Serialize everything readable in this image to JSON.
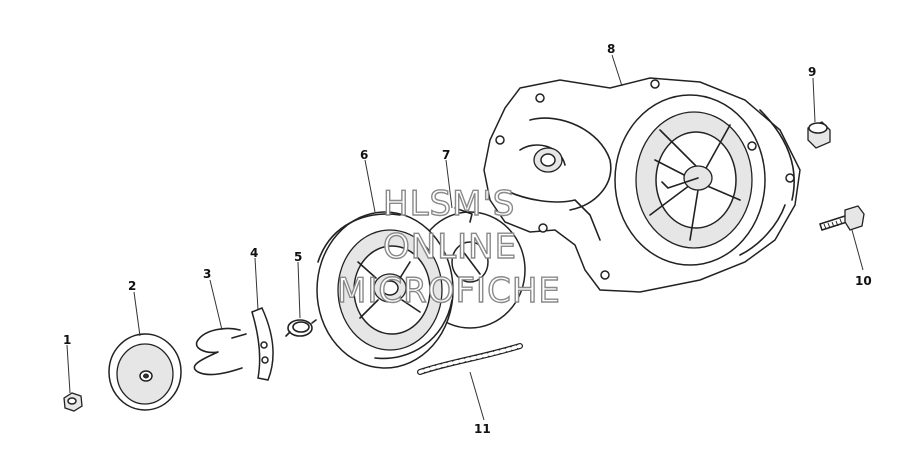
{
  "diagram": {
    "part_labels": [
      "1",
      "2",
      "3",
      "4",
      "5",
      "6",
      "7",
      "8",
      "9",
      "10",
      "11"
    ]
  },
  "watermark": {
    "line1": "HLSM'S",
    "line2": "ONLINE",
    "line3": "MICROFICHE"
  }
}
